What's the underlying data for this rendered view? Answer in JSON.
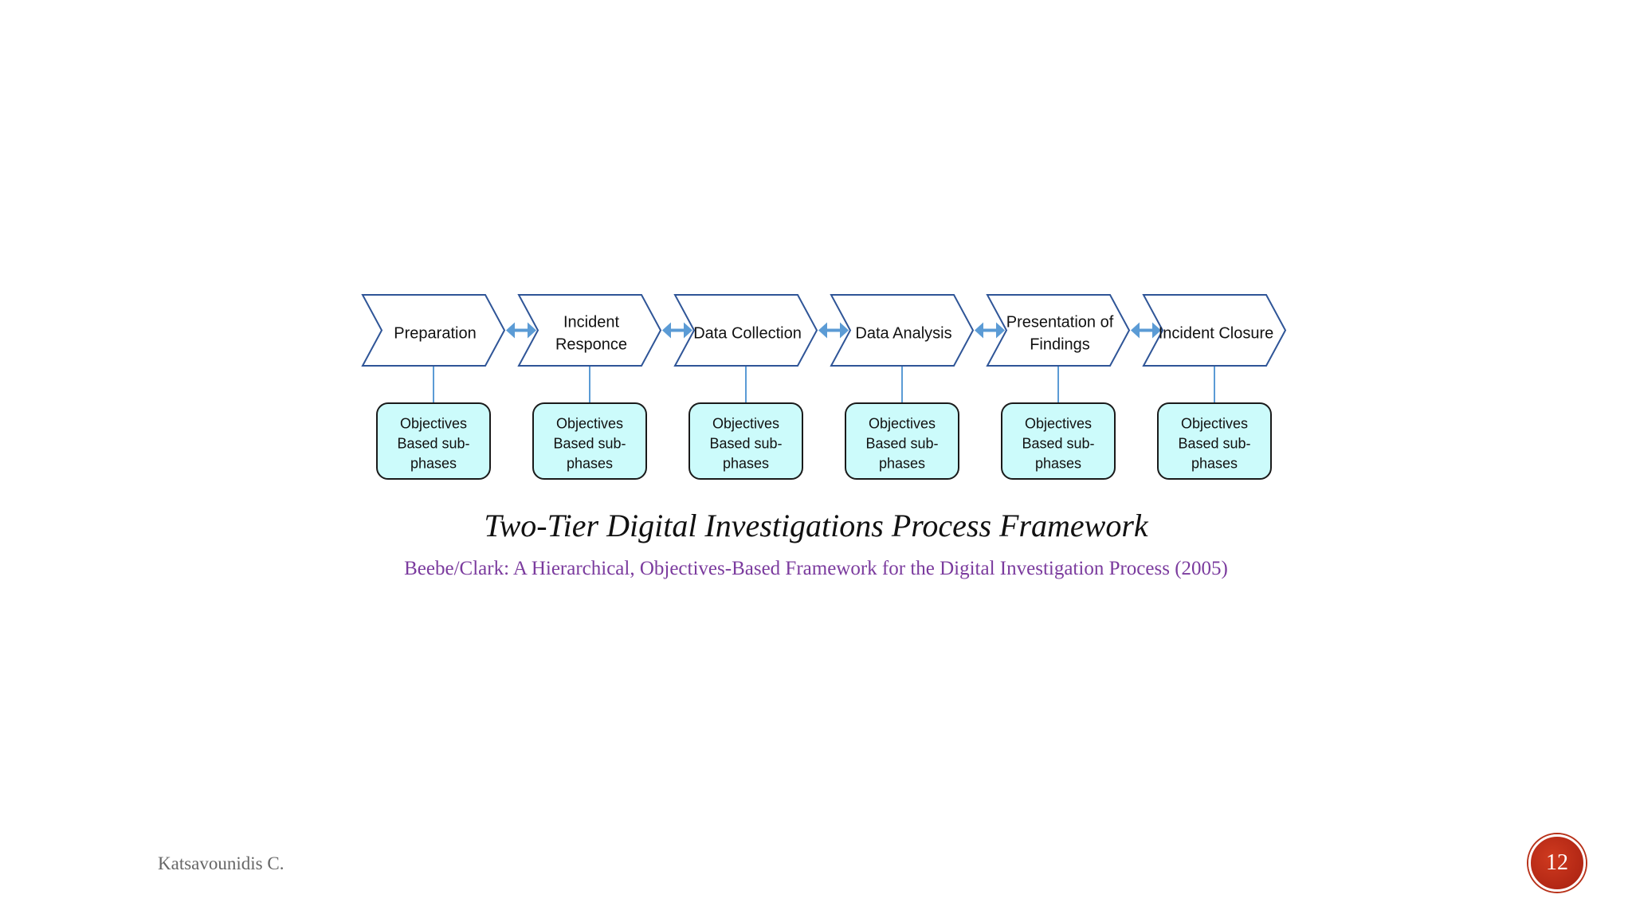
{
  "diagram": {
    "phases": [
      {
        "lines": [
          "Preparation"
        ]
      },
      {
        "lines": [
          "Incident",
          "Responce"
        ]
      },
      {
        "lines": [
          "Data Collection"
        ]
      },
      {
        "lines": [
          "Data Analysis"
        ]
      },
      {
        "lines": [
          "Presentation of",
          "Findings"
        ]
      },
      {
        "lines": [
          "Incident Closure"
        ]
      }
    ],
    "sub_phase_lines": [
      "Objectives",
      "Based sub-",
      "phases"
    ],
    "colors": {
      "chevron_stroke": "#2f5597",
      "chevron_fill": "#ffffff",
      "connector": "#5b9bd5",
      "sub_fill": "#ccfbfb",
      "sub_stroke": "#1a1a1a"
    }
  },
  "title": "Two-Tier Digital Investigations Process Framework",
  "subtitle": "Beebe/Clark: A Hierarchical, Objectives-Based Framework for the Digital Investigation Process (2005)",
  "footer": {
    "author": "Katsavounidis C.",
    "page_number": "12"
  }
}
